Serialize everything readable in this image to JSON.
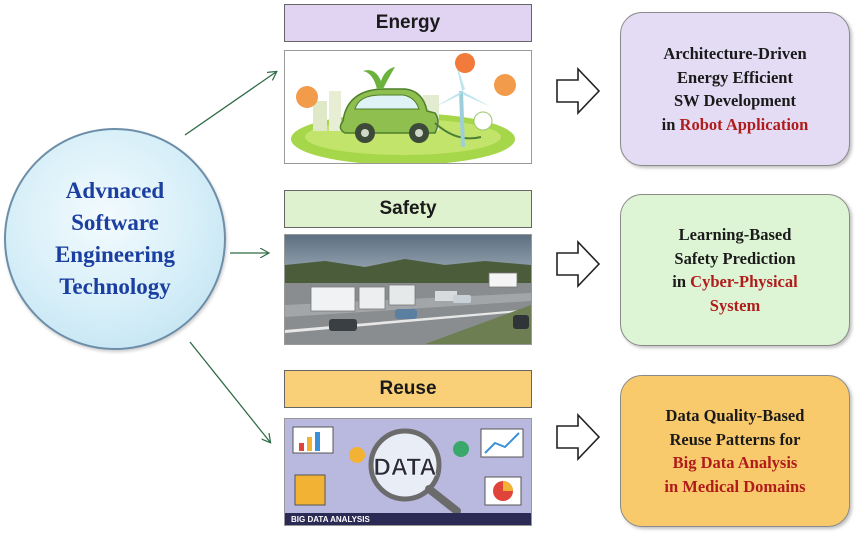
{
  "center": {
    "line1": "Advnaced",
    "line2": "Software",
    "line3": "Engineering",
    "line4": "Technology"
  },
  "branches": [
    {
      "label": "Energy",
      "result": {
        "line1": "Architecture-Driven",
        "line2": "Energy Efficient",
        "line3": "SW Development",
        "line4_plain": "in ",
        "line4_red": "Robot Application"
      }
    },
    {
      "label": "Safety",
      "result": {
        "line1": "Learning-Based",
        "line2": "Safety Prediction",
        "line3_plain": "in ",
        "line3_red": "Cyber-Physical",
        "line4_red": "System"
      }
    },
    {
      "label": "Reuse",
      "image_caption": "BIG DATA ANALYSIS",
      "image_word": "DATA",
      "result": {
        "line1": "Data Quality-Based",
        "line2": "Reuse Patterns for",
        "line3_red": "Big Data Analysis",
        "line4_red": "in Medical Domains"
      }
    }
  ],
  "colors": {
    "energy": "#e0d4f2",
    "safety": "#dff2cf",
    "reuse": "#f9cf77",
    "center_text": "#1b3fa0",
    "highlight": "#b01c1c"
  }
}
